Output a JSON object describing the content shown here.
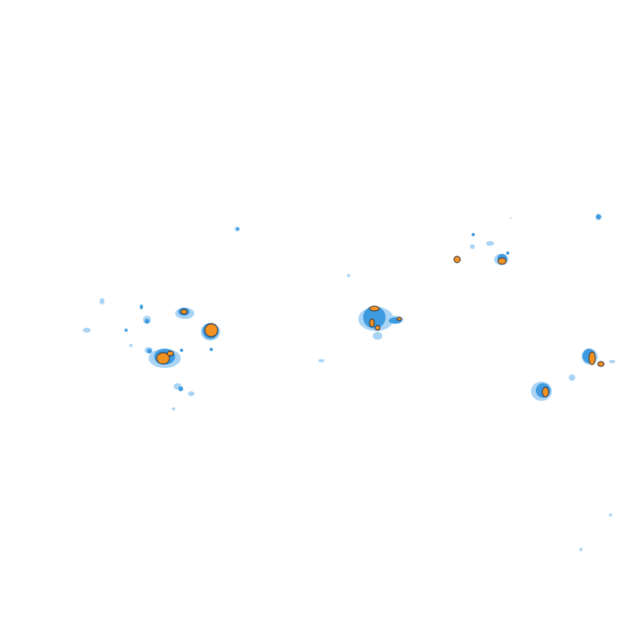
{
  "map": {
    "background_color": "#ffffff",
    "palette": {
      "light": "#aad4f5",
      "medium": "#3f9be0",
      "heavy": "#f39221",
      "outline": "#1f2a44"
    },
    "intensity_levels": [
      "light",
      "medium",
      "heavy"
    ]
  }
}
